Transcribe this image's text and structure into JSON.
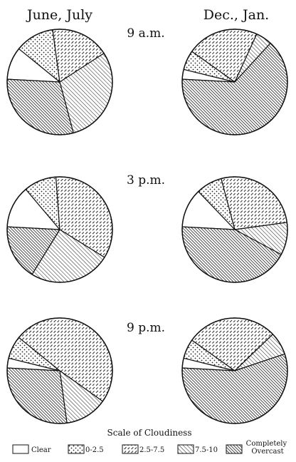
{
  "columns": [
    "June, July",
    "Dec., Jan."
  ],
  "times": [
    "9 a.m.",
    "3 p.m.",
    "9 p.m."
  ],
  "legend": {
    "title": "Scale of Cloudiness",
    "items": [
      {
        "label": "Clear",
        "pattern": "clear"
      },
      {
        "label": "0-2.5",
        "pattern": "dots"
      },
      {
        "label": "2.5-7.5",
        "pattern": "dashes"
      },
      {
        "label": "7.5-10",
        "pattern": "hatch"
      },
      {
        "label": "Completely Overcast",
        "pattern": "dense"
      }
    ]
  },
  "chart_data": {
    "type": "pie",
    "title": "Scale of Cloudiness",
    "categories": [
      "Clear",
      "0-2.5",
      "2.5-7.5",
      "7.5-10",
      "Completely Overcast"
    ],
    "charts": [
      {
        "column": "June, July",
        "time": "9 a.m.",
        "values": [
          10,
          12,
          18,
          30,
          30
        ]
      },
      {
        "column": "Dec., Jan.",
        "time": "9 a.m.",
        "values": [
          3,
          6,
          22,
          5,
          64
        ]
      },
      {
        "column": "June, July",
        "time": "3 p.m.",
        "values": [
          13,
          10,
          35,
          25,
          17
        ]
      },
      {
        "column": "Dec., Jan.",
        "time": "3 p.m.",
        "values": [
          12,
          8,
          27,
          10,
          43
        ]
      },
      {
        "column": "June, July",
        "time": "9 p.m.",
        "values": [
          3,
          7,
          49,
          13,
          28
        ]
      },
      {
        "column": "Dec., Jan.",
        "time": "9 p.m.",
        "values": [
          3,
          6,
          28,
          7,
          56
        ]
      }
    ]
  }
}
